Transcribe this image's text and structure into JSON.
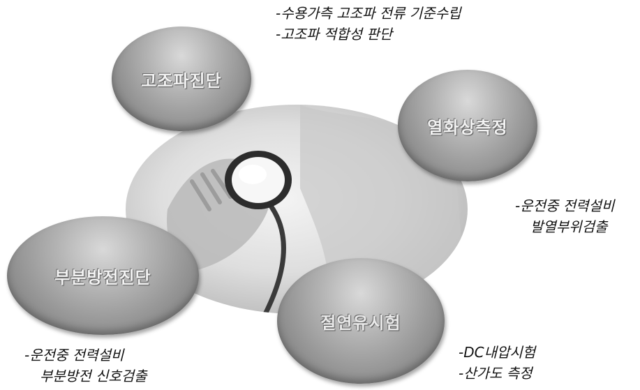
{
  "diagram": {
    "nodes": [
      {
        "label": "고조파진단"
      },
      {
        "label": "열화상측정"
      },
      {
        "label": "부분방전진단"
      },
      {
        "label": "절연유시험"
      }
    ],
    "notes": {
      "harmonics": [
        "-수용가측 고조파 전류 기준수립",
        "-고조파 적합성 판단"
      ],
      "thermal": [
        "-운전중 전력설비",
        "발열부위검출"
      ],
      "partial_discharge": [
        "-운전중 전력설비",
        "부분방전 신호검출"
      ],
      "insulating_oil": [
        "-DC내압시험",
        "-산가도 측정"
      ]
    }
  }
}
